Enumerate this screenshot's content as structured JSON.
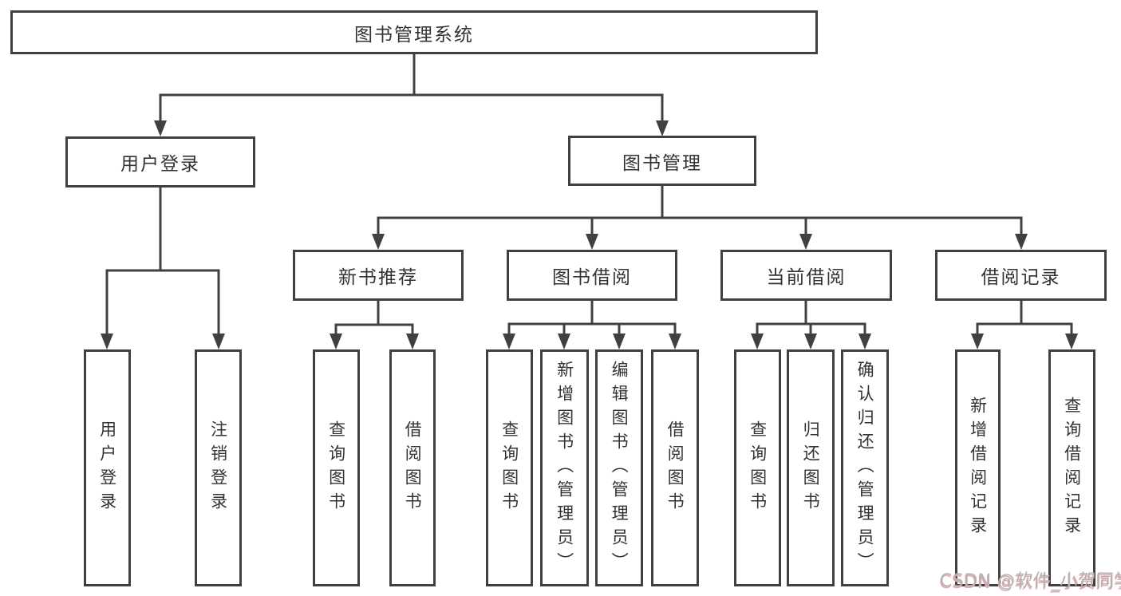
{
  "tree": {
    "root": {
      "label": "图书管理系统"
    },
    "level2": [
      {
        "label": "用户登录",
        "leaves": [
          {
            "label": "用户登录"
          },
          {
            "label": "注销登录"
          }
        ]
      },
      {
        "label": "图书管理",
        "groups": [
          {
            "label": "新书推荐",
            "leaves": [
              {
                "label": "查询图书"
              },
              {
                "label": "借阅图书"
              }
            ]
          },
          {
            "label": "图书借阅",
            "leaves": [
              {
                "label": "查询图书"
              },
              {
                "label": "新增图书（管理员）"
              },
              {
                "label": "编辑图书（管理员）"
              },
              {
                "label": "借阅图书"
              }
            ]
          },
          {
            "label": "当前借阅",
            "leaves": [
              {
                "label": "查询图书"
              },
              {
                "label": "归还图书"
              },
              {
                "label": "确认归还（管理员）"
              }
            ]
          },
          {
            "label": "借阅记录",
            "leaves": [
              {
                "label": "新增借阅记录"
              },
              {
                "label": "查询借阅记录"
              }
            ]
          }
        ]
      }
    ]
  },
  "watermark": {
    "text": "CSDN @软件_小贺同学",
    "color": "#b3b3b3",
    "shadow_color": "#e5a7ad"
  },
  "colors": {
    "line": "#404040",
    "text": "#333333",
    "background": "#ffffff"
  }
}
